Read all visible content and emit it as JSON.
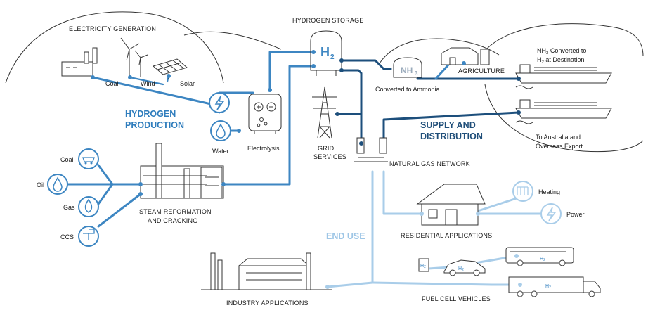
{
  "labels": {
    "electricity_generation": "ELECTRICITY GENERATION",
    "hydrogen_storage": "HYDROGEN STORAGE",
    "coal_power": "Coal",
    "wind": "Wind",
    "solar": "Solar",
    "hydrogen_production_1": "HYDROGEN",
    "hydrogen_production_2": "PRODUCTION",
    "water": "Water",
    "electrolysis": "Electrolysis",
    "h2_symbol": "H",
    "h2_sub": "2",
    "nh3_symbol": "NH",
    "nh3_sub": "3",
    "converted_to_ammonia": "Converted to Ammonia",
    "agriculture": "AGRICULTURE",
    "nh3_converted_1a": "NH",
    "nh3_converted_1b": "3",
    "nh3_converted_1c": " Converted to",
    "nh3_converted_2a": "H",
    "nh3_converted_2b": "2",
    "nh3_converted_2c": " at Destination",
    "grid_services_1": "GRID",
    "grid_services_2": "SERVICES",
    "supply_distribution_1": "SUPPLY AND",
    "supply_distribution_2": "DISTRIBUTION",
    "export_1": "To Australia and",
    "export_2": "Overseas Export",
    "natural_gas_network": "NATURAL GAS NETWORK",
    "coal_src": "Coal",
    "oil_src": "Oil",
    "gas_src": "Gas",
    "ccs_src": "CCS",
    "steam_reformation_1": "STEAM REFORMATION",
    "steam_reformation_2": "AND CRACKING",
    "heating": "Heating",
    "power": "Power",
    "residential_applications": "RESIDENTIAL APPLICATIONS",
    "end_use": "END USE",
    "industry_applications": "INDUSTRY APPLICATIONS",
    "fuel_cell_vehicles": "FUEL CELL VEHICLES",
    "vehicle_h2_a": "H",
    "vehicle_h2_b": "2"
  },
  "colors": {
    "production_blue": "#3d86c2",
    "supply_navy": "#1d4f7c",
    "end_use_light": "#a9cde9"
  }
}
